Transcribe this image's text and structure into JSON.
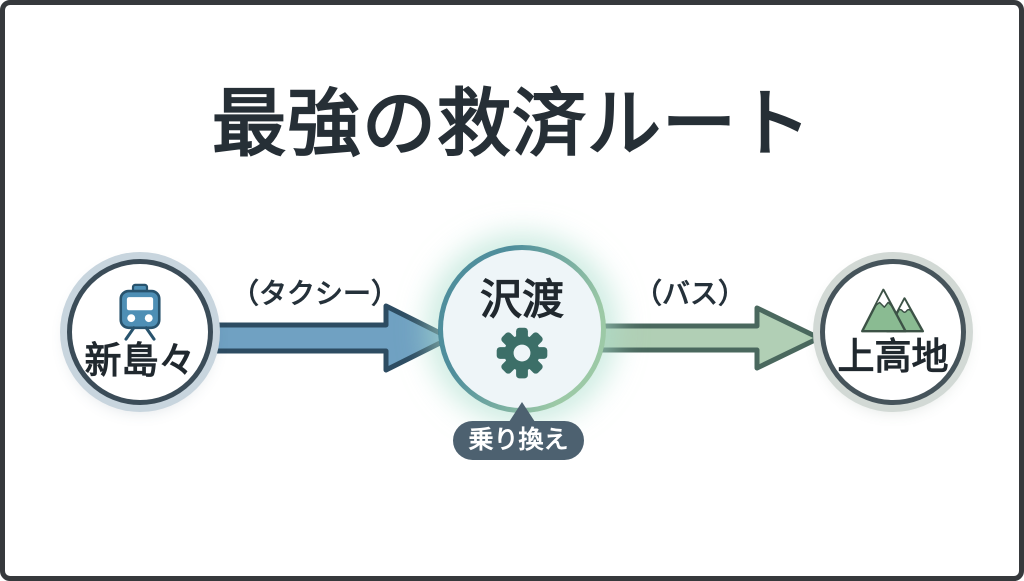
{
  "title": "最強の救済ルート",
  "diagram": {
    "nodes": [
      {
        "label": "新島々",
        "icon": "train-icon"
      },
      {
        "label": "沢渡",
        "icon": "gear-icon"
      },
      {
        "label": "上高地",
        "icon": "mountain-icon"
      }
    ],
    "edges": [
      {
        "label": "（タクシー）"
      },
      {
        "label": "（バス）"
      }
    ],
    "transfer_badge": "乗り換え"
  },
  "colors": {
    "title_text": "#262f36",
    "taxi_arrow_fill": "#70a1c2",
    "taxi_arrow_stroke": "#2d4c62",
    "bus_arrow_fill": "#b1cfb5",
    "bus_arrow_stroke": "#4a685e",
    "transfer_badge_bg": "#4d6170",
    "node_ring_blue": "#c8d5de",
    "node_ring_green": "#d2d9d5",
    "transfer_ring_teal": "#4f8e9c",
    "transfer_ring_green": "#9cc9a6",
    "train_icon": "#4e8fb5",
    "gear_icon": "#3c6f68",
    "mountain_icon": "#8abb92"
  }
}
